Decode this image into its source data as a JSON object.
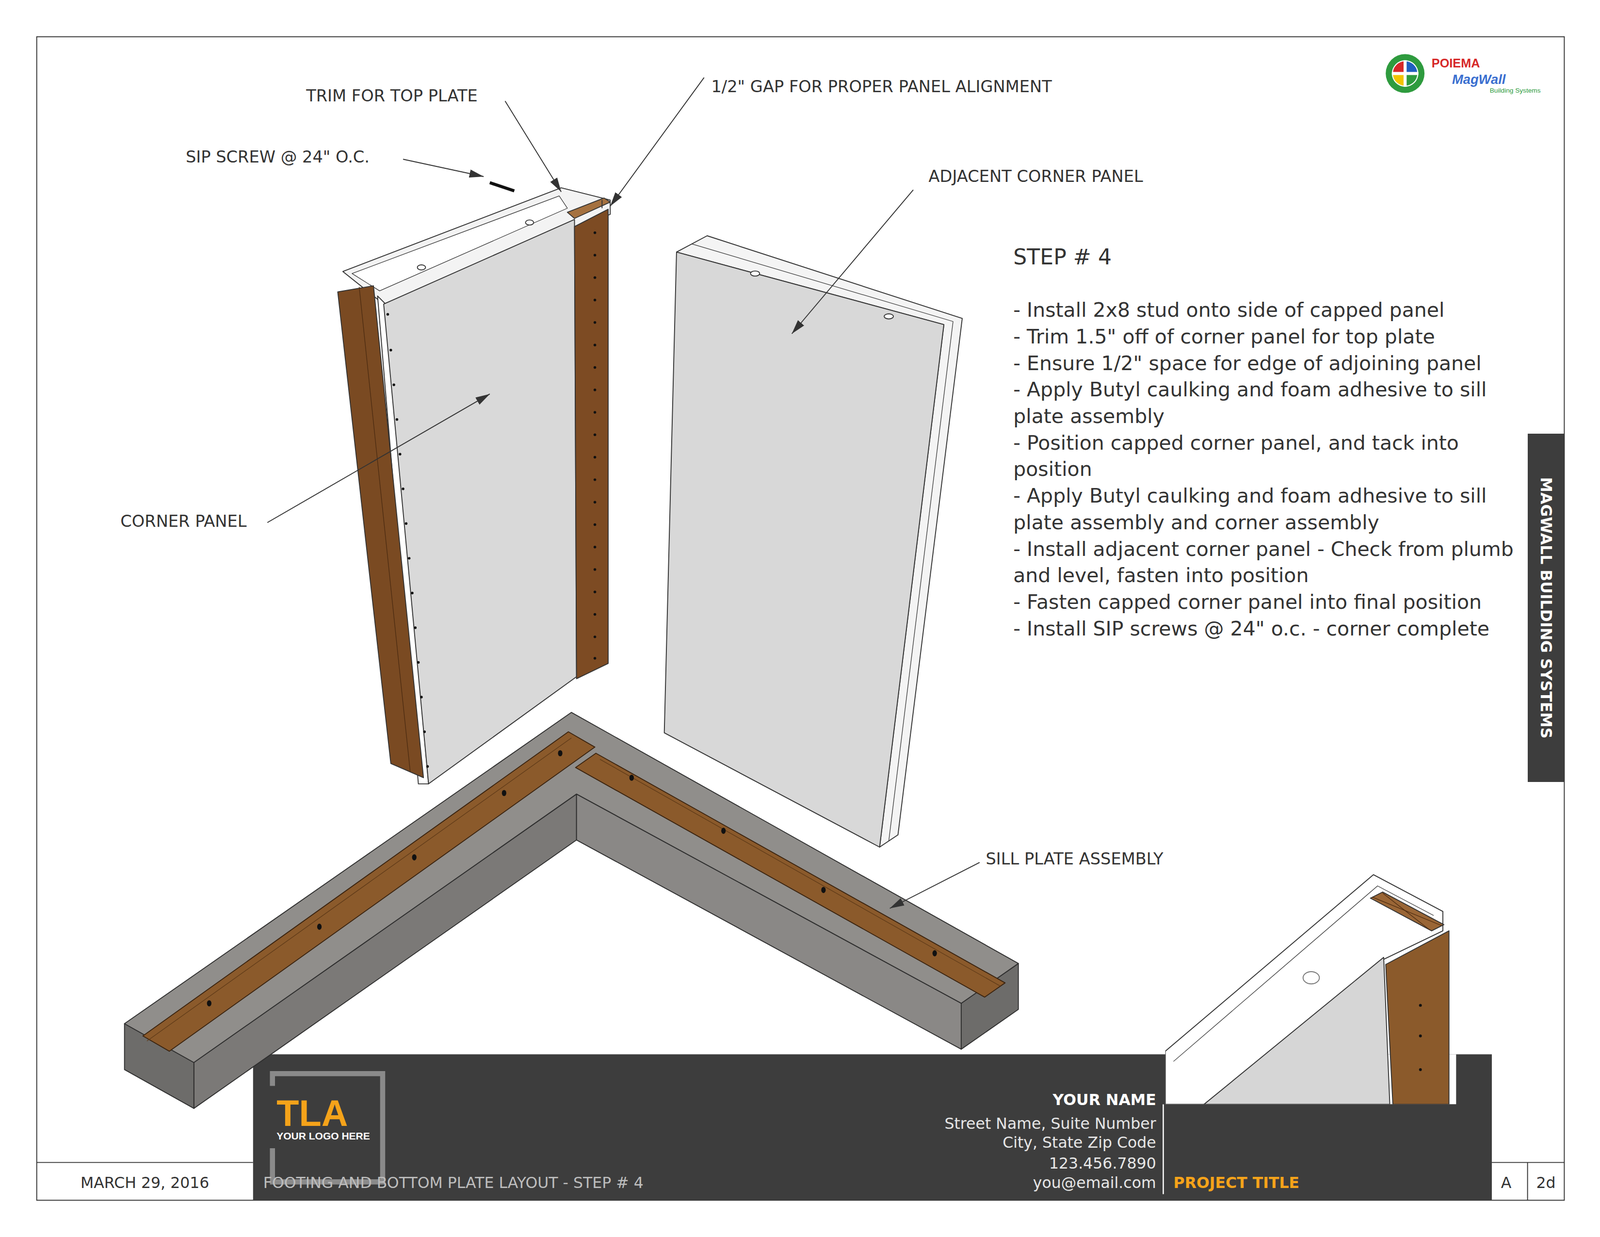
{
  "diagram": {
    "nodes": [
      {
        "text": [
          "MAGWALL BUILDING SYSTEMS"
        ]
      },
      {
        "text": [
          "YOUR NAME",
          "Street Name, Suite Number",
          "City, State Zip Code",
          "123.456.7890",
          "you@email.com",
          "PROJECT TITLE",
          "FOOTING AND BOTTOM PLATE LAYOUT - STEP # 4"
        ]
      },
      {
        "text": [
          "TLA",
          "YOUR LOGO HERE"
        ],
        "in": 1
      }
    ],
    "labels": [
      "TRIM FOR TOP PLATE",
      "1/2\" GAP FOR PROPER PANEL ALIGNMENT",
      "SIP SCREW @ 24\" O.C.",
      "ADJACENT CORNER PANEL",
      "CORNER PANEL",
      "SILL PLATE ASSEMBLY",
      "STEP # 4",
      "- Install 2x8 stud onto side of capped panel",
      "- Trim 1.5\" off of corner panel for top plate",
      "- Ensure 1/2\" space for edge of adjoining panel",
      "- Apply Butyl caulking and foam adhesive to sill plate assembly",
      "- Position capped corner panel, and tack into position",
      "- Apply Butyl caulking and foam adhesive to sill plate assembly and corner assembly",
      "- Install adjacent corner panel - Check from plumb and level, fasten into position",
      "- Fasten capped corner panel into final position",
      "- Install SIP screws @ 24\" o.c. - corner complete",
      "POIEMA",
      "MagWall",
      "Building Systems",
      "MARCH 29, 2016",
      "A",
      "2d"
    ]
  }
}
